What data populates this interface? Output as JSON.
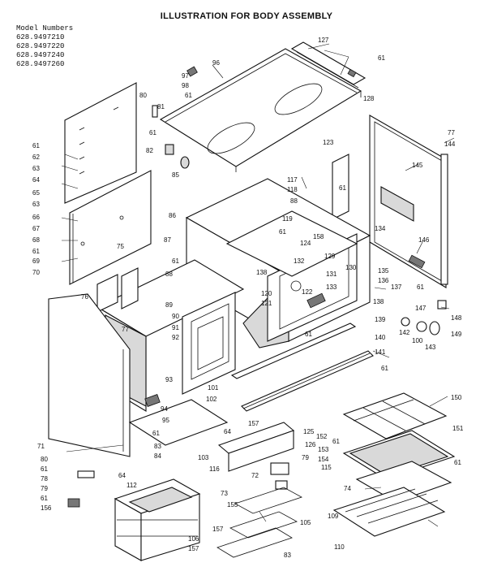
{
  "title": "ILLUSTRATION FOR BODY ASSEMBLY",
  "models_heading": "Model Numbers",
  "models": [
    "628.9497210",
    "628.9497220",
    "628.9497240",
    "628.9497260"
  ],
  "labels": [
    {
      "id": "127",
      "t": "127"
    },
    {
      "id": "61a",
      "t": "61"
    },
    {
      "id": "96",
      "t": "96"
    },
    {
      "id": "97",
      "t": "97"
    },
    {
      "id": "98",
      "t": "98"
    },
    {
      "id": "61b",
      "t": "61"
    },
    {
      "id": "128",
      "t": "128"
    },
    {
      "id": "80",
      "t": "80"
    },
    {
      "id": "81",
      "t": "81"
    },
    {
      "id": "61c",
      "t": "61"
    },
    {
      "id": "82",
      "t": "82"
    },
    {
      "id": "85",
      "t": "85"
    },
    {
      "id": "61d",
      "t": "61"
    },
    {
      "id": "62",
      "t": "62"
    },
    {
      "id": "63",
      "t": "63"
    },
    {
      "id": "64",
      "t": "64"
    },
    {
      "id": "65",
      "t": "65"
    },
    {
      "id": "63b",
      "t": "63"
    },
    {
      "id": "66",
      "t": "66"
    },
    {
      "id": "67",
      "t": "67"
    },
    {
      "id": "68",
      "t": "68"
    },
    {
      "id": "61e",
      "t": "61"
    },
    {
      "id": "69",
      "t": "69"
    },
    {
      "id": "70",
      "t": "70"
    },
    {
      "id": "77a",
      "t": "77"
    },
    {
      "id": "144",
      "t": "144"
    },
    {
      "id": "123",
      "t": "123"
    },
    {
      "id": "145",
      "t": "145"
    },
    {
      "id": "117",
      "t": "117"
    },
    {
      "id": "118",
      "t": "118"
    },
    {
      "id": "88",
      "t": "88"
    },
    {
      "id": "61f",
      "t": "61"
    },
    {
      "id": "86",
      "t": "86"
    },
    {
      "id": "119",
      "t": "119"
    },
    {
      "id": "134",
      "t": "134"
    },
    {
      "id": "61g",
      "t": "61"
    },
    {
      "id": "124",
      "t": "124"
    },
    {
      "id": "158",
      "t": "158"
    },
    {
      "id": "146",
      "t": "146"
    },
    {
      "id": "87",
      "t": "87"
    },
    {
      "id": "75",
      "t": "75"
    },
    {
      "id": "61h",
      "t": "61"
    },
    {
      "id": "132",
      "t": "132"
    },
    {
      "id": "129",
      "t": "129"
    },
    {
      "id": "130",
      "t": "130"
    },
    {
      "id": "131",
      "t": "131"
    },
    {
      "id": "135",
      "t": "135"
    },
    {
      "id": "136",
      "t": "136"
    },
    {
      "id": "137",
      "t": "137"
    },
    {
      "id": "61i",
      "t": "61"
    },
    {
      "id": "138",
      "t": "138"
    },
    {
      "id": "122",
      "t": "122"
    },
    {
      "id": "133",
      "t": "133"
    },
    {
      "id": "88b",
      "t": "88"
    },
    {
      "id": "76",
      "t": "76"
    },
    {
      "id": "120",
      "t": "120"
    },
    {
      "id": "121",
      "t": "121"
    },
    {
      "id": "138b",
      "t": "138"
    },
    {
      "id": "147",
      "t": "147"
    },
    {
      "id": "148",
      "t": "148"
    },
    {
      "id": "89",
      "t": "89"
    },
    {
      "id": "90",
      "t": "90"
    },
    {
      "id": "91",
      "t": "91"
    },
    {
      "id": "92",
      "t": "92"
    },
    {
      "id": "77b",
      "t": "77"
    },
    {
      "id": "139",
      "t": "139"
    },
    {
      "id": "61j",
      "t": "61"
    },
    {
      "id": "140",
      "t": "140"
    },
    {
      "id": "142",
      "t": "142"
    },
    {
      "id": "100",
      "t": "100"
    },
    {
      "id": "143",
      "t": "143"
    },
    {
      "id": "149",
      "t": "149"
    },
    {
      "id": "141",
      "t": "141"
    },
    {
      "id": "61k",
      "t": "61"
    },
    {
      "id": "93",
      "t": "93"
    },
    {
      "id": "101",
      "t": "101"
    },
    {
      "id": "102",
      "t": "102"
    },
    {
      "id": "94",
      "t": "94"
    },
    {
      "id": "95",
      "t": "95"
    },
    {
      "id": "61l",
      "t": "61"
    },
    {
      "id": "83",
      "t": "83"
    },
    {
      "id": "84",
      "t": "84"
    },
    {
      "id": "64b",
      "t": "64"
    },
    {
      "id": "157a",
      "t": "157"
    },
    {
      "id": "150",
      "t": "150"
    },
    {
      "id": "125",
      "t": "125"
    },
    {
      "id": "152",
      "t": "152"
    },
    {
      "id": "151",
      "t": "151"
    },
    {
      "id": "61m",
      "t": "61"
    },
    {
      "id": "126",
      "t": "126"
    },
    {
      "id": "153",
      "t": "153"
    },
    {
      "id": "61n",
      "t": "61"
    },
    {
      "id": "71",
      "t": "71"
    },
    {
      "id": "103",
      "t": "103"
    },
    {
      "id": "79a",
      "t": "79"
    },
    {
      "id": "154",
      "t": "154"
    },
    {
      "id": "115",
      "t": "115"
    },
    {
      "id": "80b",
      "t": "80"
    },
    {
      "id": "61o",
      "t": "61"
    },
    {
      "id": "116",
      "t": "116"
    },
    {
      "id": "72",
      "t": "72"
    },
    {
      "id": "78",
      "t": "78"
    },
    {
      "id": "64c",
      "t": "64"
    },
    {
      "id": "79b",
      "t": "79"
    },
    {
      "id": "112",
      "t": "112"
    },
    {
      "id": "73",
      "t": "73"
    },
    {
      "id": "61p",
      "t": "61"
    },
    {
      "id": "155",
      "t": "155"
    },
    {
      "id": "74",
      "t": "74"
    },
    {
      "id": "156",
      "t": "156"
    },
    {
      "id": "109",
      "t": "109"
    },
    {
      "id": "105",
      "t": "105"
    },
    {
      "id": "106",
      "t": "106"
    },
    {
      "id": "157b",
      "t": "157"
    },
    {
      "id": "157c",
      "t": "157"
    },
    {
      "id": "110",
      "t": "110"
    },
    {
      "id": "83b",
      "t": "83"
    }
  ]
}
